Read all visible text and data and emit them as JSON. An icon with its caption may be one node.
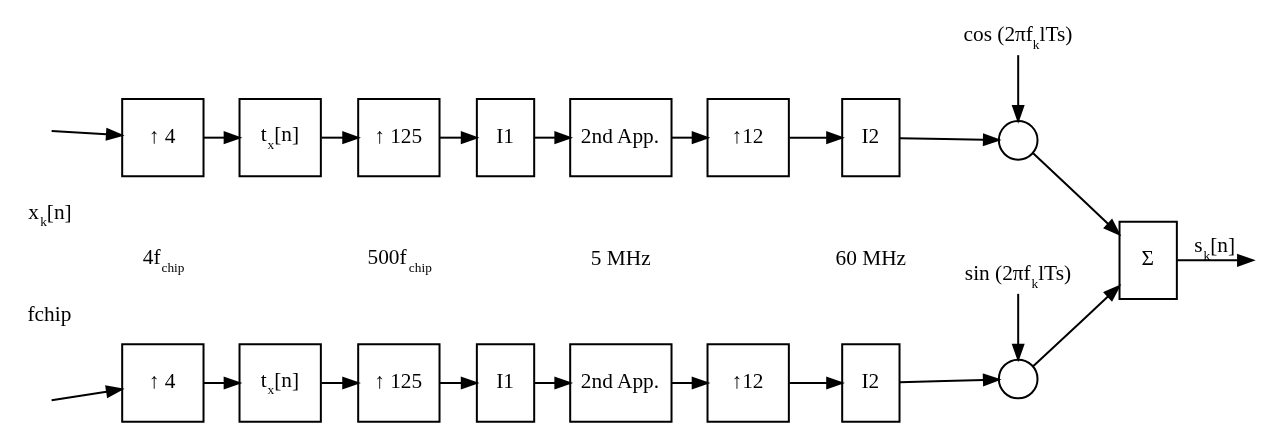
{
  "diagram": {
    "nodes": [
      {
        "text": [
          "cos (2πf$_{k}$lTs)"
        ]
      },
      {
        "text": [
          "↑ 4"
        ]
      },
      {
        "text": [
          "t$_{x}$[n]"
        ]
      },
      {
        "text": [
          "↑ 125"
        ]
      },
      {
        "text": [
          "I1"
        ]
      },
      {
        "text": [
          "2nd App."
        ]
      },
      {
        "text": [
          "↑12"
        ]
      },
      {
        "text": [
          "I2"
        ]
      },
      {
        "text": [],
        "shape": "circle"
      },
      {
        "text": [
          "Σ"
        ]
      },
      {
        "text": [
          "↑ 4"
        ]
      },
      {
        "text": [
          "t$_{x}$[n]"
        ]
      },
      {
        "text": [
          "↑ 125"
        ]
      },
      {
        "text": [
          "I1"
        ]
      },
      {
        "text": [
          "2nd App."
        ]
      },
      {
        "text": [
          "↑12"
        ]
      },
      {
        "text": [
          "I2"
        ]
      },
      {
        "text": [],
        "shape": "circle"
      },
      {
        "text": [
          "sin (2πf$_{k}$lTs)"
        ]
      }
    ],
    "edges": [
      {
        "from": null,
        "to": 1,
        "arrow": "to"
      },
      {
        "from": null,
        "to": 10,
        "arrow": "to"
      },
      {
        "from": 1,
        "to": 2,
        "arrow": "to"
      },
      {
        "from": 2,
        "to": 3,
        "arrow": "to"
      },
      {
        "from": 3,
        "to": 4,
        "arrow": "to"
      },
      {
        "from": 4,
        "to": 5,
        "arrow": "to"
      },
      {
        "from": 5,
        "to": 6,
        "arrow": "to"
      },
      {
        "from": 6,
        "to": 7,
        "arrow": "to"
      },
      {
        "from": 7,
        "to": 8,
        "arrow": "to"
      },
      {
        "from": 0,
        "to": 8,
        "arrow": "to"
      },
      {
        "from": 10,
        "to": 11,
        "arrow": "to"
      },
      {
        "from": 11,
        "to": 12,
        "arrow": "to"
      },
      {
        "from": 12,
        "to": 13,
        "arrow": "to"
      },
      {
        "from": 13,
        "to": 14,
        "arrow": "to"
      },
      {
        "from": 14,
        "to": 15,
        "arrow": "to"
      },
      {
        "from": 15,
        "to": 16,
        "arrow": "to"
      },
      {
        "from": 16,
        "to": 17,
        "arrow": "to"
      },
      {
        "from": 18,
        "to": 17,
        "arrow": "to"
      },
      {
        "from": 8,
        "to": 9,
        "arrow": "to"
      },
      {
        "from": 17,
        "to": 9,
        "arrow": "to"
      },
      {
        "from": 9,
        "to": null,
        "arrow": "to",
        "label": "s$_{k}$[n]"
      }
    ],
    "labels": [
      "x$_{k}$[n]",
      "fchip",
      "4f$_{chip}$",
      "500f$_{chip}$",
      "5 MHz",
      "60 MHz"
    ]
  }
}
